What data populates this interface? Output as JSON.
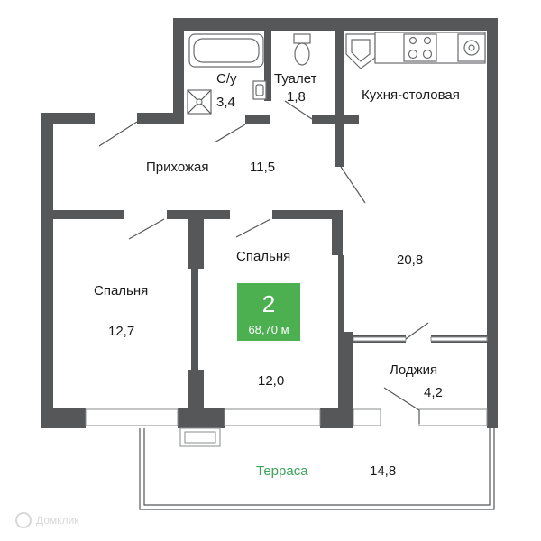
{
  "plan": {
    "rooms_count": "2",
    "total_area": "68,70 м",
    "badge_color": "#4caf50",
    "terrace_color": "#3aa55a",
    "wall_color": "#555759",
    "watermark": "Домклик"
  },
  "rooms": {
    "bathroom": {
      "label": "С/у",
      "area": "3,4"
    },
    "toilet": {
      "label": "Туалет",
      "area": "1,8"
    },
    "kitchen": {
      "label": "Кухня-столовая",
      "area": "20,8"
    },
    "hallway": {
      "label": "Прихожая",
      "area": "11,5"
    },
    "bedroom_left": {
      "label": "Спальня",
      "area": "12,7"
    },
    "bedroom_center": {
      "label": "Спальня",
      "area": "12,0"
    },
    "loggia": {
      "label": "Лоджия",
      "area": "4,2"
    },
    "terrace": {
      "label": "Терраса",
      "area": "14,8"
    }
  }
}
